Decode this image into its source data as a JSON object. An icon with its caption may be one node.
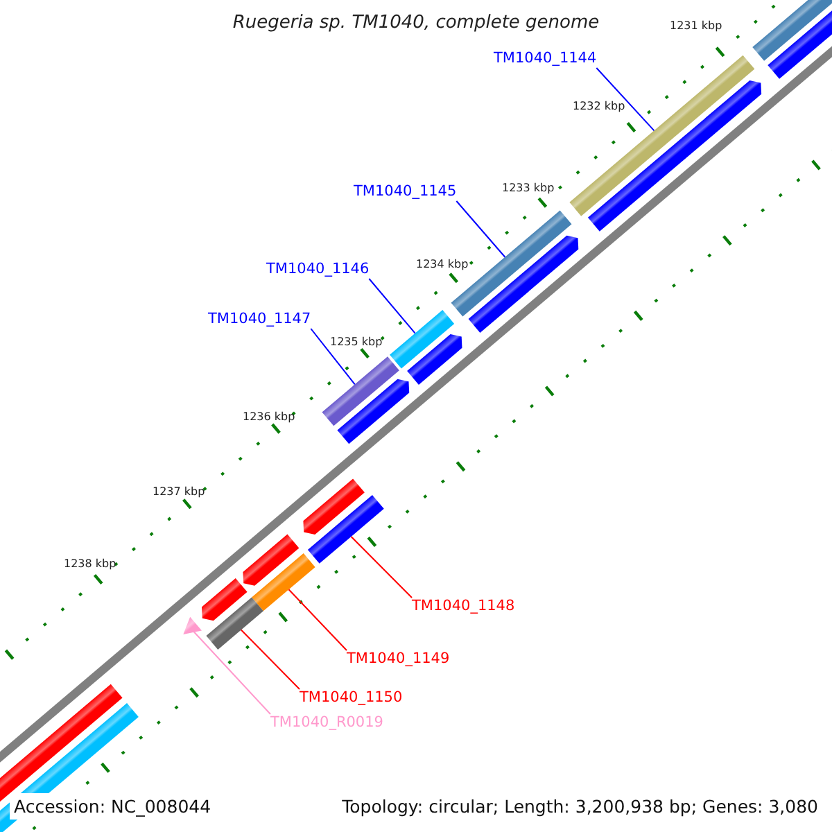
{
  "diagram": {
    "title": "Ruegeria sp. TM1040, complete genome",
    "nodes": [
      {
        "text": [
          "TM1040_1144"
        ]
      },
      {
        "text": [],
        "shape": "bar"
      },
      {
        "text": [
          "TM1040_1145"
        ]
      },
      {
        "text": [],
        "shape": "bar"
      },
      {
        "text": [
          "TM1040_1146"
        ]
      },
      {
        "text": [],
        "shape": "bar"
      },
      {
        "text": [
          "TM1040_1147"
        ]
      },
      {
        "text": [],
        "shape": "bar"
      },
      {
        "text": [
          "TM1040_1148"
        ]
      },
      {
        "text": [],
        "shape": "bar"
      },
      {
        "text": [
          "TM1040_1149"
        ]
      },
      {
        "text": [],
        "shape": "bar"
      },
      {
        "text": [
          "TM1040_1150"
        ]
      },
      {
        "text": [],
        "shape": "bar"
      },
      {
        "text": [
          "TM1040_R0019"
        ]
      },
      {
        "text": [],
        "shape": "triangle"
      }
    ],
    "edges": [
      {
        "from": 0,
        "to": 1,
        "arrow": "none"
      },
      {
        "from": 2,
        "to": 3,
        "arrow": "none"
      },
      {
        "from": 4,
        "to": 5,
        "arrow": "none"
      },
      {
        "from": 6,
        "to": 7,
        "arrow": "none"
      },
      {
        "from": 8,
        "to": 9,
        "arrow": "none",
        "color": "#ff0000"
      },
      {
        "from": 10,
        "to": 11,
        "arrow": "none",
        "color": "#ff0000"
      },
      {
        "from": 12,
        "to": 13,
        "arrow": "none",
        "color": "#ff0000"
      },
      {
        "from": 14,
        "to": 15,
        "arrow": "none",
        "color": "#ff99cc"
      }
    ],
    "labels": [
      "1231 kbp",
      "1232 kbp",
      "1233 kbp",
      "1234 kbp",
      "1235 kbp",
      "1236 kbp",
      "1237 kbp",
      "1238 kbp",
      "Accession: NC_008044",
      "Topology: circular; Length: 3,200,938 bp; Genes: 3,080"
    ]
  }
}
